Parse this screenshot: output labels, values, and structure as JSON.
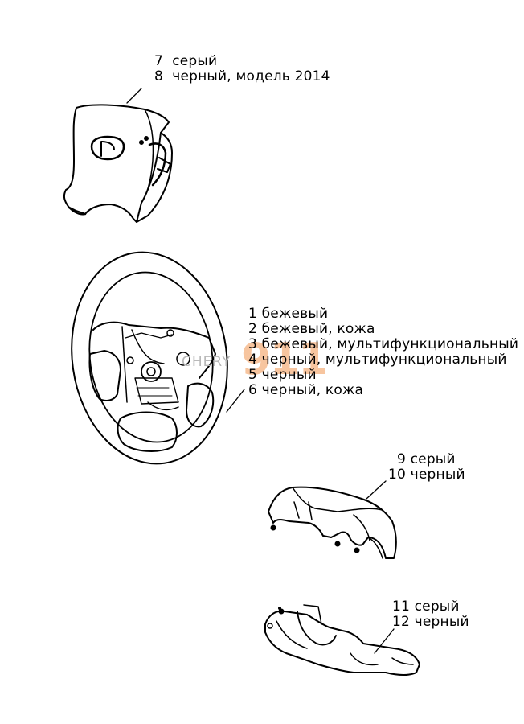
{
  "watermark": {
    "text": "CHERY",
    "mark": "911",
    "mark_color": "#f0964f"
  },
  "callouts": {
    "airbag": [
      {
        "num": "7",
        "text": "серый"
      },
      {
        "num": "8",
        "text": "черный, модель 2014"
      }
    ],
    "wheel": [
      {
        "num": "1",
        "text": "бежевый"
      },
      {
        "num": "2",
        "text": "бежевый, кожа"
      },
      {
        "num": "3",
        "text": "бежевый, мультифункциональный"
      },
      {
        "num": "4",
        "text": "черный, мультифункциональный"
      },
      {
        "num": "5",
        "text": "черный"
      },
      {
        "num": "6",
        "text": "черный, кожа"
      }
    ],
    "upper_cover": [
      {
        "num": "9",
        "text": "серый"
      },
      {
        "num": "10",
        "text": "черный"
      }
    ],
    "lower_cover": [
      {
        "num": "11",
        "text": "серый"
      },
      {
        "num": "12",
        "text": "черный"
      }
    ]
  }
}
